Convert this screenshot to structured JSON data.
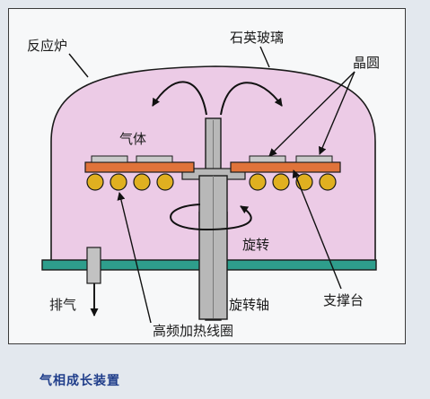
{
  "labels": {
    "reactor": "反应炉",
    "quartz_glass": "石英玻璃",
    "wafer": "晶圆",
    "gas": "气体",
    "rotation": "旋转",
    "exhaust": "排气",
    "rotating_shaft": "旋转轴",
    "support_stage": "支撑台",
    "rf_coil": "高频加热线圈"
  },
  "caption": "气相成长装置",
  "colors": {
    "chamber_fill": "#eccbe6",
    "base_plate": "#2e9e8c",
    "susceptor": "#e0733a",
    "wafer": "#c9c9c9",
    "coil": "#e0b020",
    "shaft": "#b8b8b8",
    "caption": "#1f3d8a"
  }
}
